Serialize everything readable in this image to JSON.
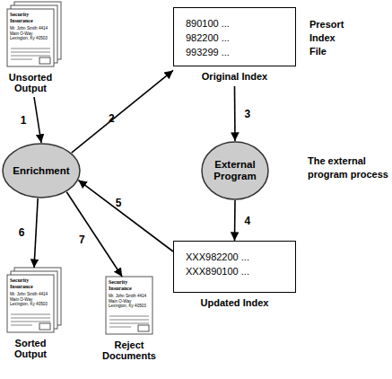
{
  "diagram": {
    "nodes": [
      {
        "text": [
          "Security Insurance",
          "Mr. John Smith 4414 Main O-Way Lexington, Ky 40503",
          "Unsorted Output"
        ]
      },
      {
        "text": [
          "Enrichment"
        ]
      },
      {
        "text": [
          "890100 ...",
          "982200 ...",
          "993299 ...",
          "Presort Index File",
          "Original Index"
        ]
      },
      {
        "text": [
          "External Program"
        ]
      },
      {
        "text": [
          "XXX982200 ...",
          "XXX890100 ...",
          "Updated Index"
        ]
      },
      {
        "text": [
          "Security Insurance",
          "Mr. John Smith 4414 Main O-Way Lexington, Ky 40503",
          "Sorted Output"
        ]
      },
      {
        "text": [
          "Security Insurance",
          "Mr. John Smith 4414 Main O-Way Lexington, Ky 40503",
          "Reject Documents"
        ]
      }
    ],
    "edges": [
      {
        "from": 0,
        "to": 1,
        "label": "1",
        "arrow": "to"
      },
      {
        "from": 1,
        "to": 2,
        "label": "2",
        "arrow": "to"
      },
      {
        "from": 2,
        "to": 3,
        "label": "3",
        "arrow": "to"
      },
      {
        "from": 3,
        "to": 4,
        "label": "4",
        "arrow": "to"
      },
      {
        "from": 4,
        "to": 1,
        "label": "5",
        "arrow": "to"
      },
      {
        "from": 1,
        "to": 5,
        "label": "6",
        "arrow": "to"
      },
      {
        "from": 1,
        "to": 6,
        "label": "7",
        "arrow": "to"
      }
    ],
    "labels": [
      "The external program process"
    ]
  }
}
